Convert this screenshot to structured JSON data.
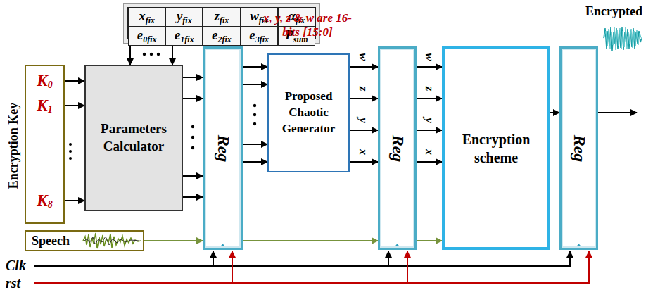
{
  "diagram": {
    "nodes": [
      {
        "text": [
          "xfix",
          "yfix",
          "zfix",
          "wfix",
          "αfix",
          "e0fix",
          "e1fix",
          "e2fix",
          "e3fix",
          "Psum"
        ]
      },
      {
        "text": [
          "Encryption Key",
          "K0",
          "K1",
          "K8"
        ]
      },
      {
        "text": [
          "Parameters Calculator"
        ]
      },
      {
        "text": [
          "Reg"
        ]
      },
      {
        "text": [
          "Proposed Chaotic Generator"
        ]
      },
      {
        "text": [
          "Reg"
        ]
      },
      {
        "text": [
          "Encryption scheme"
        ]
      },
      {
        "text": [
          "Reg"
        ]
      },
      {
        "text": [
          "Speech"
        ]
      }
    ],
    "edges": [
      {
        "from": 0,
        "to": 2,
        "arrow": "to"
      },
      {
        "from": 1,
        "to": 2,
        "arrow": "to"
      },
      {
        "from": 2,
        "to": 3,
        "arrow": "to"
      },
      {
        "from": 3,
        "to": 4,
        "arrow": "to"
      },
      {
        "from": 4,
        "to": 5,
        "arrow": "to"
      },
      {
        "from": 5,
        "to": 6,
        "arrow": "to"
      },
      {
        "from": 6,
        "to": 7,
        "arrow": "to"
      },
      {
        "from": 8,
        "to": 3,
        "arrow": "to"
      },
      {
        "from": 3,
        "to": 5,
        "arrow": "to"
      },
      {
        "from": 5,
        "to": 6,
        "arrow": "to"
      }
    ],
    "labels": [
      "x, y, z & w are 16-bits [15:0]",
      "w",
      "z",
      "y",
      "x",
      "w",
      "z",
      "y",
      "x",
      "Encrypted",
      "Clk",
      "rst"
    ]
  }
}
